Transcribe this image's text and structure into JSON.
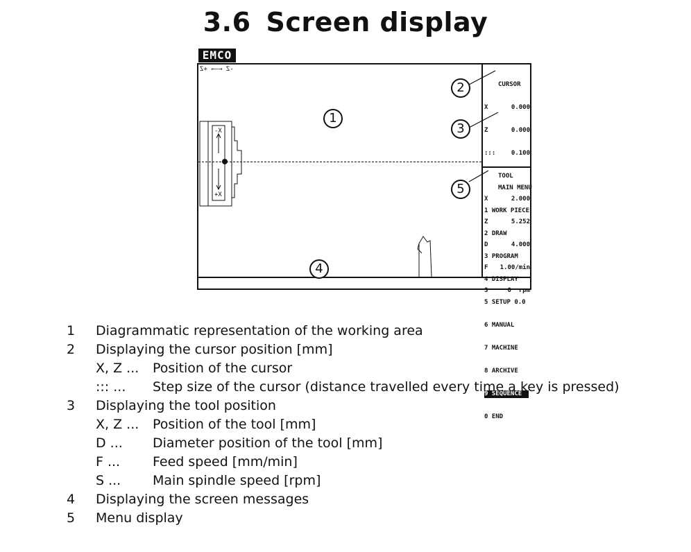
{
  "heading": {
    "number": "3.6",
    "title": "Screen display"
  },
  "screen": {
    "logo": "EMCO",
    "z_axis_label": "-Z ←—→ +Z",
    "workpiece_labels": [
      "-X",
      "+X"
    ],
    "cursor": {
      "title": "CURSOR",
      "rows": [
        {
          "k": "X",
          "v": "0.000"
        },
        {
          "k": "Z",
          "v": "0.000"
        },
        {
          "k": ":::",
          "v": "0.100"
        }
      ]
    },
    "tool": {
      "title": "TOOL",
      "rows": [
        {
          "k": "X",
          "v": "2.000"
        },
        {
          "k": "Z",
          "v": "5.252"
        },
        {
          "k": "D",
          "v": "4.000"
        },
        {
          "k": "F",
          "v": "1.00/min"
        },
        {
          "k": "S",
          "v": "0  rpm"
        }
      ]
    },
    "menu": {
      "title": "MAIN MENU",
      "items": [
        "1 WORK PIECE",
        "2 DRAW",
        "3 PROGRAM",
        "4 DISPLAY",
        "5 SETUP 0.0",
        "6 MANUAL",
        "7 MACHINE",
        "8 ARCHIVE",
        "9 SEQUENCE",
        "0 END"
      ],
      "highlighted_index": 8
    },
    "callouts": [
      "1",
      "2",
      "3",
      "4",
      "5"
    ]
  },
  "legend": {
    "items": [
      {
        "n": "1",
        "text": "Diagrammatic representation of the working area",
        "subs": []
      },
      {
        "n": "2",
        "text": "Displaying the cursor position [mm]",
        "subs": [
          {
            "sym": "X, Z ...",
            "text": "Position of the cursor"
          },
          {
            "sym": ":::  ...",
            "text": "Step size of the cursor (distance travelled every time a key is pressed)"
          }
        ]
      },
      {
        "n": "3",
        "text": "Displaying the tool position",
        "subs": [
          {
            "sym": "X, Z ...",
            "text": "Position of the tool [mm]"
          },
          {
            "sym": "D    ...",
            "text": "Diameter position of the tool [mm]"
          },
          {
            "sym": "F    ...",
            "text": "Feed speed [mm/min]"
          },
          {
            "sym": "S    ...",
            "text": "Main spindle speed [rpm]"
          }
        ]
      },
      {
        "n": "4",
        "text": "Displaying the screen messages",
        "subs": []
      },
      {
        "n": "5",
        "text": "Menu display",
        "subs": []
      }
    ]
  }
}
